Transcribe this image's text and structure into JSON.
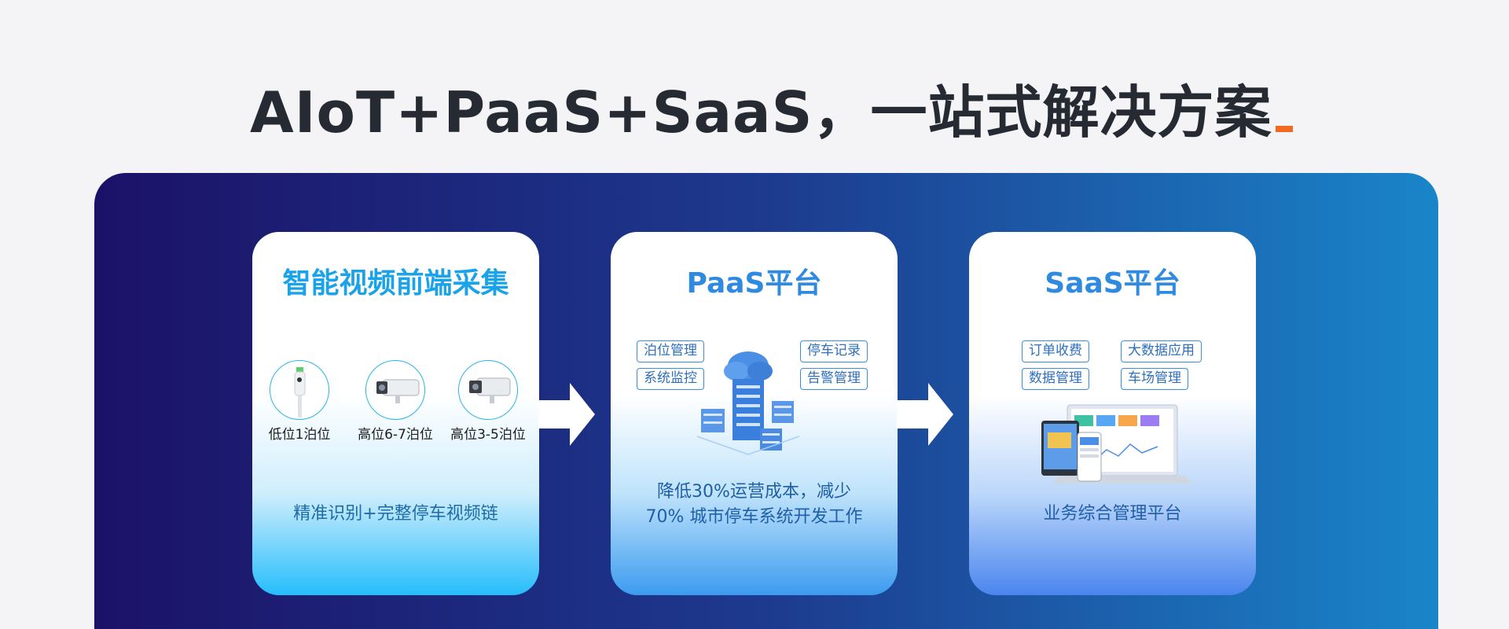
{
  "headline": {
    "text": "AIoT+PaaS+SaaS，一站式解决方案"
  },
  "colors": {
    "accent": "#f26a21",
    "panel_start": "#1b1268",
    "panel_end": "#1a85c9",
    "title_blue": "#1aa3e8"
  },
  "cards": [
    {
      "title": "智能视频前端采集",
      "cameras": [
        {
          "label": "低位1泊位",
          "icon": "low-camera-icon"
        },
        {
          "label": "高位6-7泊位",
          "icon": "high-camera-icon"
        },
        {
          "label": "高位3-5泊位",
          "icon": "high-camera-icon"
        }
      ],
      "caption": "精准识别+完整停车视频链"
    },
    {
      "title": "PaaS平台",
      "tags": [
        "泊位管理",
        "系统监控",
        "停车记录",
        "告警管理"
      ],
      "icon": "cloud-server-icon",
      "caption_line1": "降低30%运营成本，减少",
      "caption_line2": "70% 城市停车系统开发工作"
    },
    {
      "title": "SaaS平台",
      "tags": [
        "订单收费",
        "数据管理",
        "大数据应用",
        "车场管理"
      ],
      "icon": "dashboard-devices-icon",
      "caption": "业务综合管理平台"
    }
  ],
  "arrows": [
    "arrow-right-icon",
    "arrow-right-icon"
  ]
}
